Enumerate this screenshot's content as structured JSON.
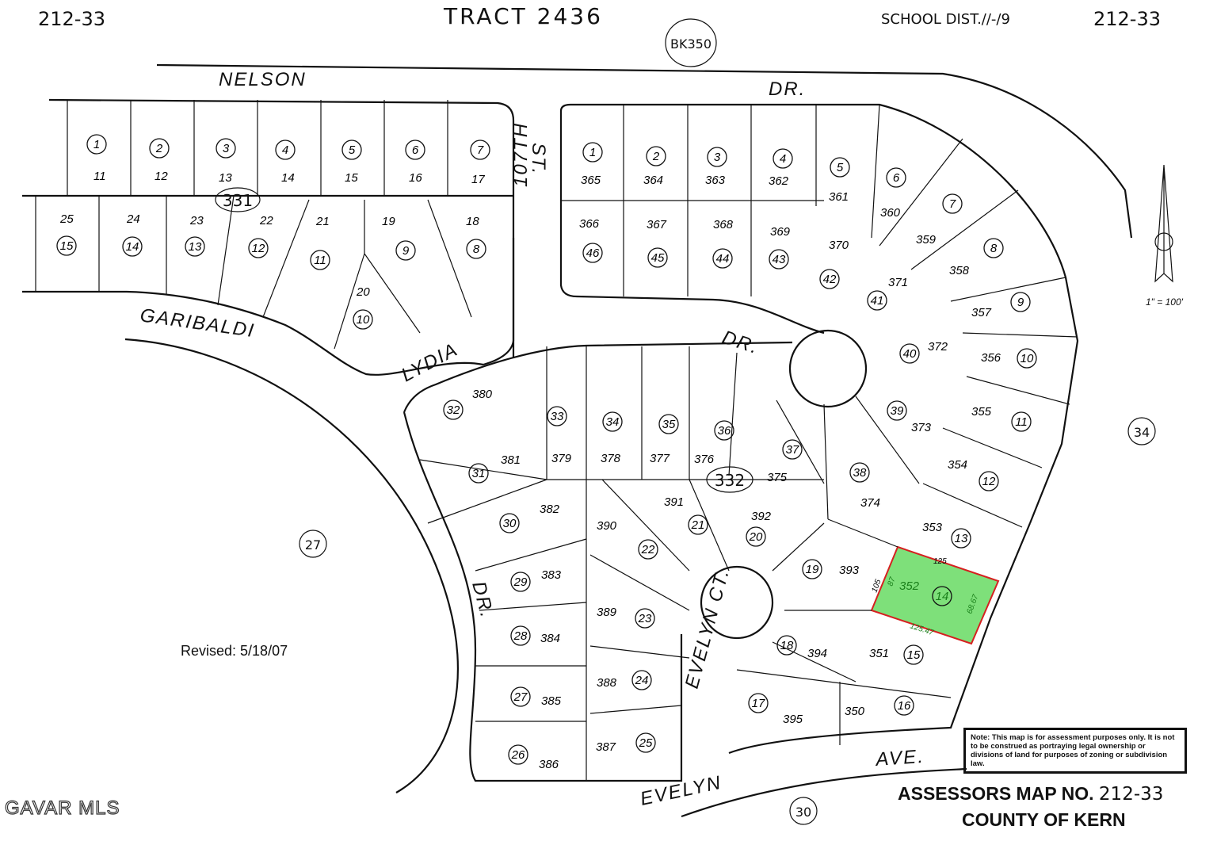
{
  "header": {
    "map_number_left": "212-33",
    "tract": "TRACT 2436",
    "school_district": "SCHOOL DIST.//-/9",
    "map_number_right": "212-33",
    "book": "BK350"
  },
  "streets": {
    "nelson": "NELSON",
    "dr_top": "DR.",
    "garibaldi": "GARIBALDI",
    "lydia": "LYDIA",
    "dr_mid": "DR.",
    "st": "ST.",
    "th107": "107TH",
    "dr_left": "DR.",
    "evelyn_ct": "EVELYN CT.",
    "evelyn": "EVELYN",
    "ave": "AVE."
  },
  "sections": {
    "s331": "331",
    "s332": "332",
    "s27": "27",
    "s34": "34",
    "s30": "30"
  },
  "highlight": {
    "color": "#7ee07a",
    "border": "#d62020",
    "parcel": "352",
    "lot": "14",
    "dims": [
      "125",
      "125.47",
      "68.67",
      "87",
      "105"
    ]
  },
  "scale": "1\" = 100'",
  "revised": "Revised: 5/18/07",
  "note": "Note: This map is for assessment purposes only. It is not to be construed as portraying legal ownership or divisions of land for purposes of zoning or subdivision law.",
  "assessor": {
    "label": "ASSESSORS MAP NO.",
    "number": "212-33",
    "county": "COUNTY OF KERN"
  },
  "watermark": "GAVAR MLS",
  "lots_top_left": [
    {
      "lot": "1",
      "parcel": "11"
    },
    {
      "lot": "2",
      "parcel": "12"
    },
    {
      "lot": "3",
      "parcel": "13"
    },
    {
      "lot": "4",
      "parcel": "14"
    },
    {
      "lot": "5",
      "parcel": "15"
    },
    {
      "lot": "6",
      "parcel": "16"
    },
    {
      "lot": "7",
      "parcel": "17"
    }
  ],
  "lots_row2_left": [
    {
      "lot": "15",
      "parcel": "25"
    },
    {
      "lot": "14",
      "parcel": "24"
    },
    {
      "lot": "13",
      "parcel": "23"
    },
    {
      "lot": "12",
      "parcel": "22"
    },
    {
      "lot": "11",
      "parcel": "21"
    },
    {
      "lot": "9",
      "parcel": "19"
    },
    {
      "lot": "8",
      "parcel": "18"
    },
    {
      "lot": "10",
      "parcel": "20"
    }
  ],
  "lots_top_right": [
    {
      "lot": "1",
      "parcel": "365"
    },
    {
      "lot": "2",
      "parcel": "364"
    },
    {
      "lot": "3",
      "parcel": "363"
    },
    {
      "lot": "4",
      "parcel": "362"
    },
    {
      "lot": "5",
      "parcel": "361"
    },
    {
      "lot": "6",
      "parcel": "360"
    },
    {
      "lot": "7",
      "parcel": "359"
    },
    {
      "lot": "8",
      "parcel": "358"
    },
    {
      "lot": "9",
      "parcel": "357"
    },
    {
      "lot": "10",
      "parcel": "356"
    },
    {
      "lot": "11",
      "parcel": "355"
    },
    {
      "lot": "12",
      "parcel": "354"
    },
    {
      "lot": "13",
      "parcel": "353"
    },
    {
      "lot": "15",
      "parcel": "351"
    },
    {
      "lot": "16",
      "parcel": "350"
    }
  ],
  "lots_row2_right": [
    {
      "lot": "46",
      "parcel": "366"
    },
    {
      "lot": "45",
      "parcel": "367"
    },
    {
      "lot": "44",
      "parcel": "368"
    },
    {
      "lot": "43",
      "parcel": "369"
    },
    {
      "lot": "42",
      "parcel": "370"
    },
    {
      "lot": "41",
      "parcel": "371"
    },
    {
      "lot": "40",
      "parcel": "372"
    },
    {
      "lot": "39",
      "parcel": "373"
    },
    {
      "lot": "38",
      "parcel": "374"
    },
    {
      "lot": "37",
      "parcel": "375"
    }
  ],
  "lots_center": [
    {
      "lot": "32",
      "parcel": "380"
    },
    {
      "lot": "33",
      "parcel": "379"
    },
    {
      "lot": "34",
      "parcel": "378"
    },
    {
      "lot": "35",
      "parcel": "377"
    },
    {
      "lot": "36",
      "parcel": "376"
    },
    {
      "lot": "31",
      "parcel": "381"
    },
    {
      "lot": "30",
      "parcel": "382"
    },
    {
      "lot": "29",
      "parcel": "383"
    },
    {
      "lot": "28",
      "parcel": "384"
    },
    {
      "lot": "27",
      "parcel": "385"
    },
    {
      "lot": "26",
      "parcel": "386"
    },
    {
      "lot": "25",
      "parcel": "387"
    },
    {
      "lot": "24",
      "parcel": "388"
    },
    {
      "lot": "23",
      "parcel": "389"
    },
    {
      "lot": "22",
      "parcel": "390"
    },
    {
      "lot": "21",
      "parcel": "391"
    },
    {
      "lot": "20",
      "parcel": "392"
    },
    {
      "lot": "19",
      "parcel": "393"
    },
    {
      "lot": "18",
      "parcel": "394"
    },
    {
      "lot": "17",
      "parcel": "395"
    }
  ]
}
